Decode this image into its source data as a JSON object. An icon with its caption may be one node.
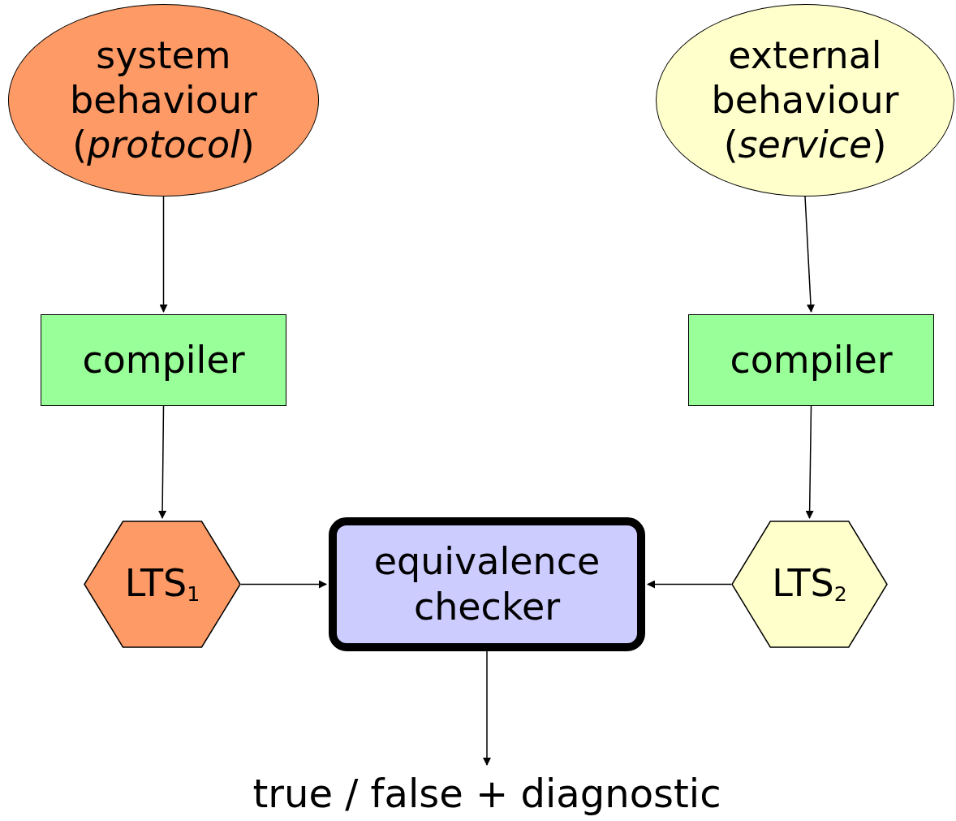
{
  "diagram": {
    "nodes": [
      {
        "text": [
          "system behaviour (*protocol*)"
        ]
      },
      {
        "text": [
          "external behaviour (*service*)"
        ]
      },
      {
        "text": [
          "compiler"
        ]
      },
      {
        "text": [
          "compiler"
        ]
      },
      {
        "text": [
          "LTS$_{1}$"
        ]
      },
      {
        "text": [
          "equivalence checker"
        ]
      },
      {
        "text": [
          "LTS$_{2}$"
        ]
      },
      {
        "text": [
          "true / false + diagnostic"
        ]
      }
    ],
    "edges": [
      {
        "from": 0,
        "to": 2,
        "arrow": "to"
      },
      {
        "from": 1,
        "to": 3,
        "arrow": "to"
      },
      {
        "from": 2,
        "to": 4,
        "arrow": "to"
      },
      {
        "from": 3,
        "to": 6,
        "arrow": "to"
      },
      {
        "from": 4,
        "to": 5,
        "arrow": "to"
      },
      {
        "from": 6,
        "to": 5,
        "arrow": "to"
      },
      {
        "from": 5,
        "to": 7,
        "arrow": "to"
      }
    ]
  }
}
